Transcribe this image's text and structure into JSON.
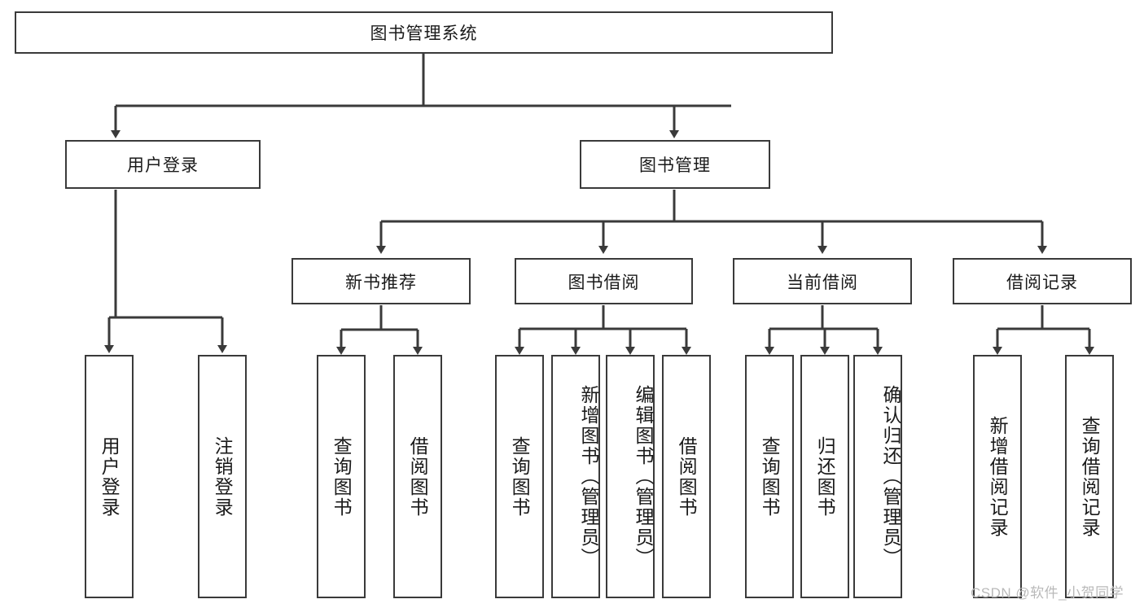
{
  "diagram": {
    "title": "图书管理系统",
    "type": "tree-hierarchy",
    "root": {
      "id": "root",
      "label": "图书管理系统"
    },
    "level2": [
      {
        "id": "user-login",
        "label": "用户登录"
      },
      {
        "id": "book-manage",
        "label": "图书管理"
      }
    ],
    "level3": [
      {
        "id": "new-book-rec",
        "label": "新书推荐"
      },
      {
        "id": "book-borrow",
        "label": "图书借阅"
      },
      {
        "id": "current-borrow",
        "label": "当前借阅"
      },
      {
        "id": "borrow-record",
        "label": "借阅记录"
      }
    ],
    "leaves": {
      "user_login": [
        {
          "id": "leaf-user-login",
          "label": "用户登录"
        },
        {
          "id": "leaf-logout",
          "label": "注销登录"
        }
      ],
      "new_book_rec": [
        {
          "id": "leaf-query-book-1",
          "label": "查询图书"
        },
        {
          "id": "leaf-borrow-book-1",
          "label": "借阅图书"
        }
      ],
      "book_borrow": [
        {
          "id": "leaf-query-book-2",
          "label": "查询图书"
        },
        {
          "id": "leaf-add-book",
          "label": "新增图书（管理员）"
        },
        {
          "id": "leaf-edit-book",
          "label": "编辑图书（管理员）"
        },
        {
          "id": "leaf-borrow-book-2",
          "label": "借阅图书"
        }
      ],
      "current_borrow": [
        {
          "id": "leaf-query-book-3",
          "label": "查询图书"
        },
        {
          "id": "leaf-return-book",
          "label": "归还图书"
        },
        {
          "id": "leaf-confirm-return",
          "label": "确认归还（管理员）"
        }
      ],
      "borrow_record": [
        {
          "id": "leaf-add-record",
          "label": "新增借阅记录"
        },
        {
          "id": "leaf-query-record",
          "label": "查询借阅记录"
        }
      ]
    },
    "watermark": "CSDN @软件_小贺同学",
    "colors": {
      "stroke": "#3a3a3a",
      "fill": "#ffffff",
      "text": "#1a1a1a",
      "watermark": "#b9b9b9"
    }
  }
}
